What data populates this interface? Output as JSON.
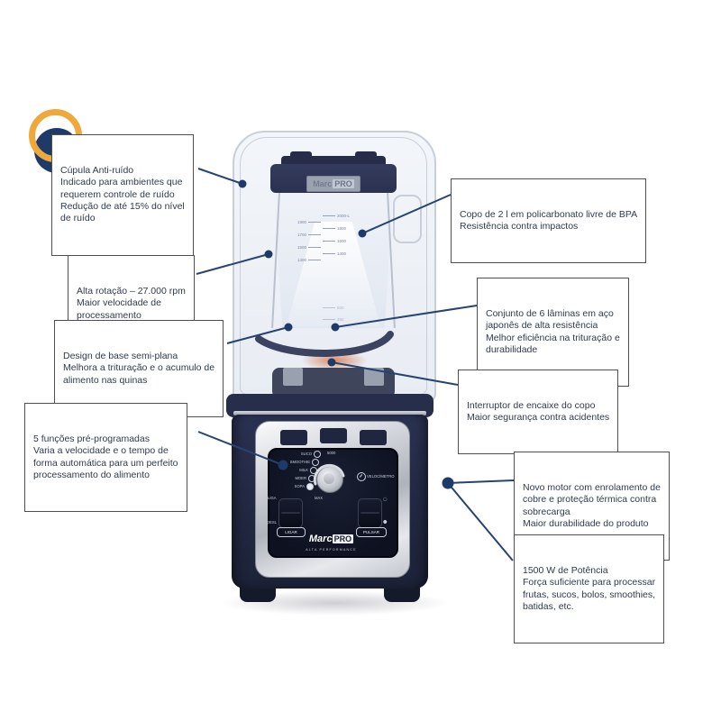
{
  "colors": {
    "accent_navy": "#1E3A68",
    "leader_line": "#27436F",
    "accent_yellow": "#EFA83C",
    "callout_text": "#2F3B4C"
  },
  "callouts": [
    {
      "title": "Cúpula Anti-ruído",
      "desc": "Indicado para ambientes que\nrequerem controle de ruído\nRedução de até 15% do nível\nde ruído"
    },
    {
      "title": "Copo de 2 l em policarbonato livre de BPA",
      "desc": "Resistência contra impactos"
    },
    {
      "title": "Alta rotação – 27.000 rpm",
      "desc": "Maior velocidade de\nprocessamento"
    },
    {
      "title": "Conjunto de 6 lâminas em aço\njaponês de alta resistência",
      "desc": "Melhor eficiência na trituração e\ndurabilidade"
    },
    {
      "title": "Design de base semi-plana",
      "desc": "Melhora a trituração e o acumulo de\nalimento nas quinas"
    },
    {
      "title": "Interruptor de encaixe do copo",
      "desc": "Maior segurança contra acidentes"
    },
    {
      "title": "5 funções pré-programadas",
      "desc": "Varia a velocidade e o tempo de\nforma automática para um perfeito\nprocessamento do alimento"
    },
    {
      "title": "Novo motor com enrolamento de\ncobre e proteção térmica contra\nsobrecarga",
      "desc": "Maior durabilidade do produto"
    },
    {
      "title": "1500 W de Potência",
      "desc": "Força suficiente para processar\nfrutas, sucos, bolos, smoothies,\nbatidas, etc."
    }
  ],
  "product": {
    "brand": {
      "part1": "Marc",
      "part2": "PRO"
    },
    "tagline": "ALTA PERFORMANCE",
    "jar_scale": [
      "2000-L",
      "1900",
      "1800",
      "1700",
      "1600",
      "1500",
      "1400",
      "1300",
      "600",
      "450"
    ],
    "panel": {
      "programs": [
        "SUCO",
        "SMOOTHIE",
        "MILK",
        "MOER",
        "SOPA"
      ],
      "dial_top_label": "5000",
      "dial_bottom_label": "MAX",
      "speed_label": "VELOCÍMETRO",
      "switch_on": "LIGA",
      "switch_off": "DESL",
      "ligar_label": "LIGAR",
      "pulsar_label": "PULSAR",
      "pulse_top_symbol": "◯",
      "pulse_bottom_symbol": "⬤"
    }
  }
}
